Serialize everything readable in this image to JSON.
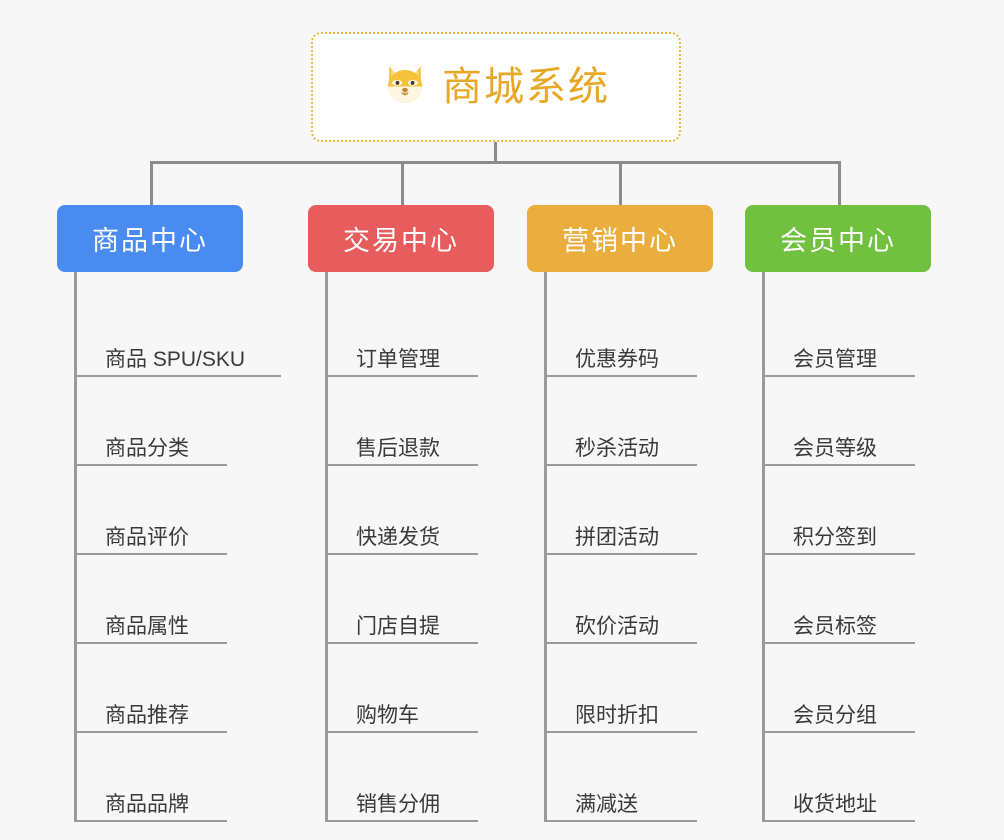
{
  "diagram": {
    "type": "mindmap",
    "background_color": "#f7f7f7",
    "connector_color": "#8c8c8c"
  },
  "root": {
    "title": "商城系统",
    "icon": "shiba-dog-icon",
    "text_color": "#e8a725",
    "border_color": "#edb848",
    "background_color": "#ffffff"
  },
  "branches": [
    {
      "label": "商品中心",
      "color": "#4a8bf2",
      "items": [
        {
          "label": "商品 SPU/SKU"
        },
        {
          "label": "商品分类"
        },
        {
          "label": "商品评价"
        },
        {
          "label": "商品属性"
        },
        {
          "label": "商品推荐"
        },
        {
          "label": "商品品牌"
        }
      ]
    },
    {
      "label": "交易中心",
      "color": "#e75c5c",
      "items": [
        {
          "label": "订单管理"
        },
        {
          "label": "售后退款"
        },
        {
          "label": "快递发货"
        },
        {
          "label": "门店自提"
        },
        {
          "label": "购物车"
        },
        {
          "label": "销售分佣"
        }
      ]
    },
    {
      "label": "营销中心",
      "color": "#e9ae3e",
      "items": [
        {
          "label": "优惠券码"
        },
        {
          "label": "秒杀活动"
        },
        {
          "label": "拼团活动"
        },
        {
          "label": "砍价活动"
        },
        {
          "label": "限时折扣"
        },
        {
          "label": "满减送"
        }
      ]
    },
    {
      "label": "会员中心",
      "color": "#72c040",
      "items": [
        {
          "label": "会员管理"
        },
        {
          "label": "会员等级"
        },
        {
          "label": "积分签到"
        },
        {
          "label": "会员标签"
        },
        {
          "label": "会员分组"
        },
        {
          "label": "收货地址"
        }
      ]
    }
  ]
}
